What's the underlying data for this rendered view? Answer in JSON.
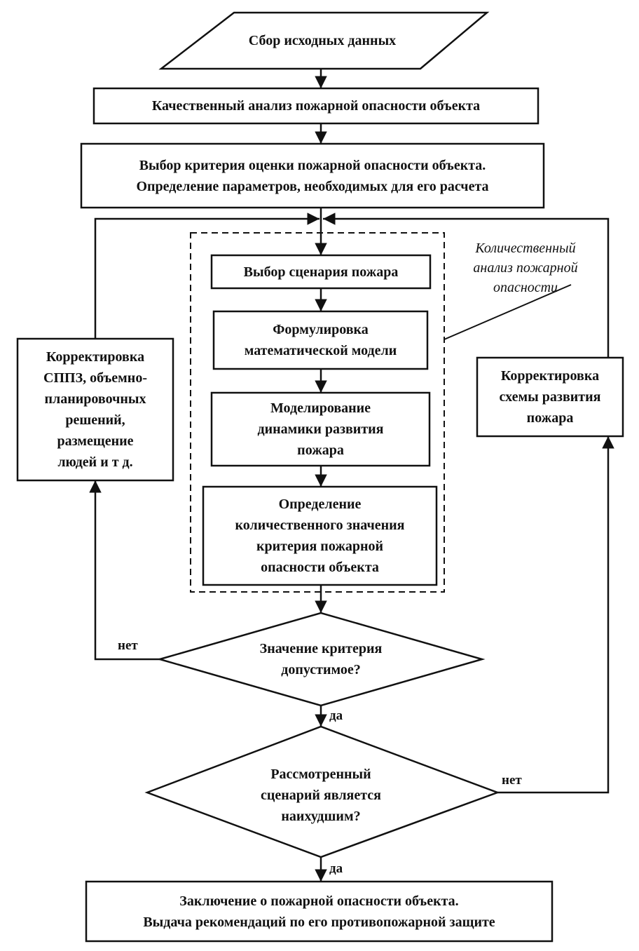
{
  "nodes": {
    "input": {
      "lines": [
        "Сбор исходных данных"
      ]
    },
    "qualitative": {
      "lines": [
        "Качественный анализ пожарной опасности объекта"
      ]
    },
    "criterion": {
      "lines": [
        "Выбор критерия оценки пожарной опасности объекта.",
        "Определение параметров, необходимых для его расчета"
      ]
    },
    "scenario": {
      "lines": [
        "Выбор сценария пожара"
      ]
    },
    "model": {
      "lines": [
        "Формулировка",
        "математической модели"
      ]
    },
    "simulation": {
      "lines": [
        "Моделирование",
        "динамики развития",
        "пожара"
      ]
    },
    "value": {
      "lines": [
        "Определение",
        "количественного  значения",
        "критерия пожарной",
        "опасности объекта"
      ]
    },
    "check_criterion": {
      "lines": [
        "Значение критерия",
        "допустимое?"
      ]
    },
    "check_scenario": {
      "lines": [
        "Рассмотренный",
        "сценарий является",
        "наихудшим?"
      ]
    },
    "conclusion": {
      "lines": [
        "Заключение о пожарной опасности объекта.",
        "Выдача рекомендаций по его противопожарной защите"
      ]
    },
    "correct_left": {
      "lines": [
        "Корректировка",
        "СППЗ, объемно-",
        "планировочных",
        "решений,",
        "размещение",
        "людей и т  д."
      ]
    },
    "correct_right": {
      "lines": [
        "Корректировка",
        "схемы развития",
        "пожара"
      ]
    }
  },
  "group_label": {
    "lines": [
      "Количественный",
      "анализ пожарной",
      "опасности"
    ]
  },
  "edge_labels": {
    "no_left": "нет",
    "yes_1": "да",
    "no_right": "нет",
    "yes_2": "да"
  },
  "colors": {
    "ink": "#111111",
    "background": "#ffffff"
  }
}
